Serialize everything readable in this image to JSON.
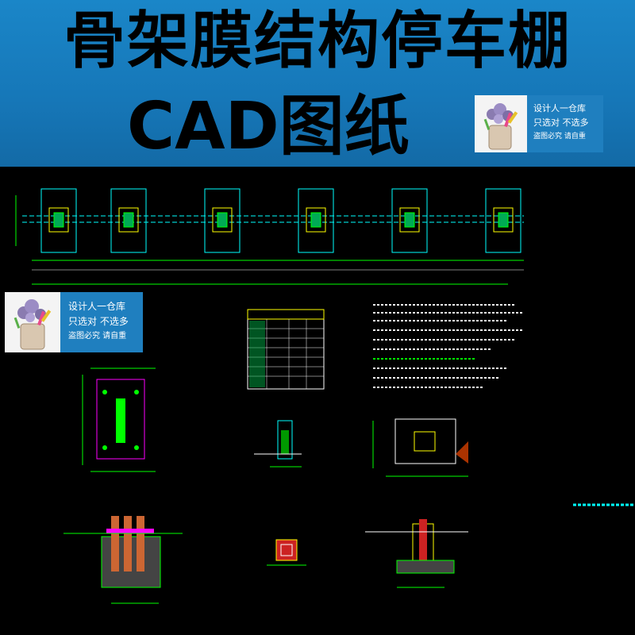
{
  "banner": {
    "title_line1": "骨架膜结构停车棚",
    "title_line2": "CAD图纸"
  },
  "watermark": {
    "line1": "设计人一仓库",
    "line2": "只选对 不选多",
    "line3": "盗图必究 请自重"
  },
  "colors": {
    "banner_blue": "#1677b8",
    "cad_background": "#000000",
    "cad_cyan": "#00ffff",
    "cad_green": "#00ff00",
    "cad_yellow": "#ffff00",
    "cad_magenta": "#ff00ff",
    "cad_red": "#ff0000"
  }
}
